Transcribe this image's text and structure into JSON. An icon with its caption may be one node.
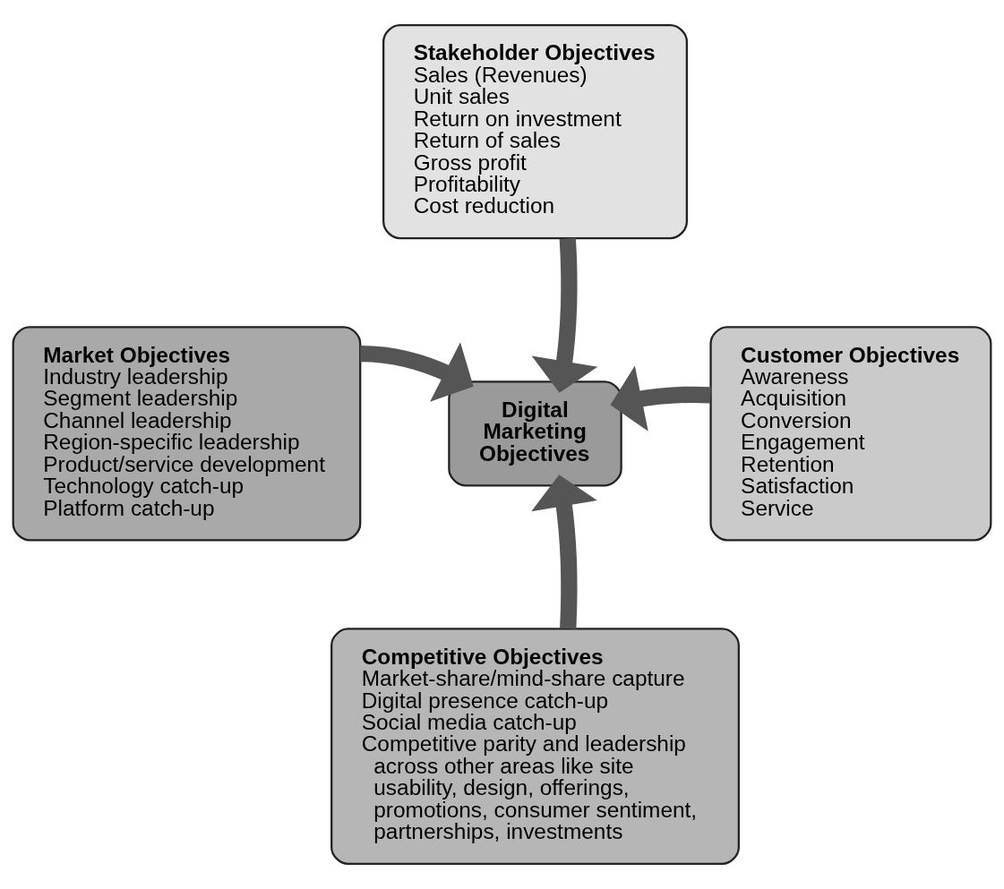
{
  "diagram": {
    "nodes": [
      {
        "text": [
          "Stakeholder Objectives",
          "Sales (Revenues)",
          "Unit sales",
          "Return on investment",
          "Return of sales",
          "Gross profit",
          "Profitability",
          "Cost reduction"
        ]
      },
      {
        "text": [
          "Market Objectives",
          "Industry leadership",
          "Segment leadership",
          "Channel leadership",
          "Region-specific leadership",
          "Product/service development",
          "Technology catch-up",
          "Platform catch-up"
        ]
      },
      {
        "text": [
          "Digital Marketing Objectives"
        ]
      },
      {
        "text": [
          "Customer Objectives",
          "Awareness",
          "Acquisition",
          "Conversion",
          "Engagement",
          "Retention",
          "Satisfaction",
          "Service"
        ]
      },
      {
        "text": [
          "Competitive Objectives",
          "Market-share/mind-share capture",
          "Digital presence catch-up",
          "Social media catch-up",
          "Competitive parity and leadership across other areas like site usability, design, offerings, promotions, consumer sentiment, partnerships, investments"
        ]
      }
    ],
    "edges": [
      {
        "from": 0,
        "to": 2,
        "arrow": "to"
      },
      {
        "from": 1,
        "to": 2,
        "arrow": "to"
      },
      {
        "from": 3,
        "to": 2,
        "arrow": "to"
      },
      {
        "from": 4,
        "to": 2,
        "arrow": "to"
      }
    ]
  }
}
